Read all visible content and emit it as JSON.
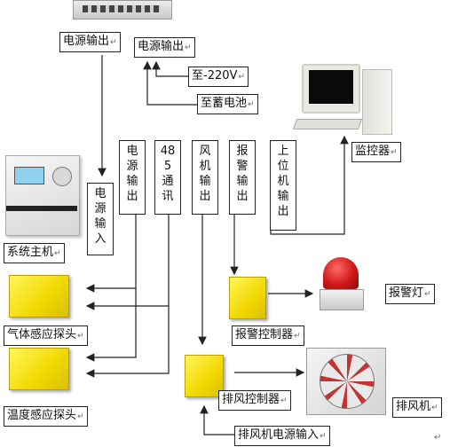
{
  "labels": {
    "power_out_1": "电源输出",
    "power_out_2": "电源输出",
    "ac220": "至-220V",
    "battery": "至蓄电池",
    "monitor": "监控器",
    "host": "系统主机",
    "gas_probe": "气体感应探头",
    "temp_probe": "温度感应探头",
    "alarm_controller": "报警控制器",
    "alarm_light": "报警灯",
    "fan_controller": "排风控制器",
    "fan_power_in": "排风机电源输入",
    "fan": "排风机"
  },
  "vlabels": {
    "power_out_v": [
      "电",
      "源",
      "输",
      "出"
    ],
    "comm485_v": [
      "48",
      "5",
      "通",
      "讯"
    ],
    "fan_out_v": [
      "风",
      "机",
      "输",
      "出"
    ],
    "alarm_out_v": [
      "报",
      "警",
      "输",
      "出"
    ],
    "upper_out_v": [
      "上",
      "位",
      "机",
      "输",
      "出"
    ],
    "power_in_v": [
      "电",
      "源",
      "输",
      "入"
    ]
  },
  "paragraph_mark": "↵",
  "colors": {
    "line": "#222222",
    "yellow": "#f5e21a",
    "alarm_red": "#d01818"
  }
}
